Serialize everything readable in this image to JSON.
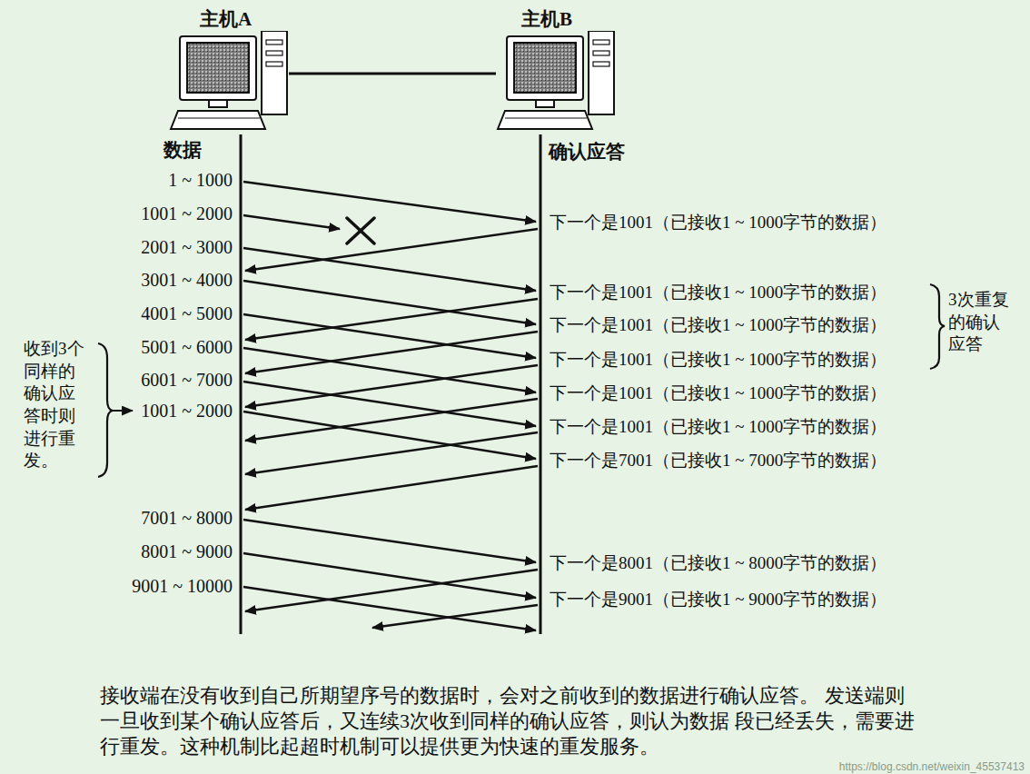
{
  "diagram": {
    "caption": "接收端在没有收到自己所期望序号的数据时，会对之前收到的数据进行确认应答。 发送端则一旦收到某个确认应答后，又连续3次收到同样的确认应答，则认为数据 段已经丢失，需要进行重发。这种机制比起超时机制可以提供更为快速的重发服务。",
    "nodes": [
      {
        "text": [
          "主机A"
        ]
      },
      {
        "text": [
          "主机B"
        ]
      }
    ],
    "edges": [
      {
        "from": 0,
        "to": 1,
        "arrow": "none"
      }
    ],
    "labels": [
      "数据",
      "确认应答",
      "1 ~ 1000",
      "1001 ~ 2000",
      "2001 ~ 3000",
      "3001 ~ 4000",
      "4001 ~ 5000",
      "5001 ~ 6000",
      "6001 ~ 7000",
      "1001 ~ 2000",
      "7001 ~ 8000",
      "8001 ~ 9000",
      "9001 ~ 10000",
      "下一个是1001（已接收1 ~ 1000字节的数据）",
      "下一个是1001（已接收1 ~ 1000字节的数据）",
      "下一个是1001（已接收1 ~ 1000字节的数据）",
      "下一个是1001（已接收1 ~ 1000字节的数据）",
      "下一个是1001（已接收1 ~ 1000字节的数据）",
      "下一个是1001（已接收1 ~ 1000字节的数据）",
      "下一个是7001（已接收1 ~ 7000字节的数据）",
      "下一个是8001（已接收1 ~ 8000字节的数据）",
      "下一个是9001（已接收1 ~ 9000字节的数据）",
      "3次重复的确认应答",
      "收到3个同样的确认应答时则进行重发。",
      "https://blog.csdn.net/weixin_45537413"
    ]
  }
}
